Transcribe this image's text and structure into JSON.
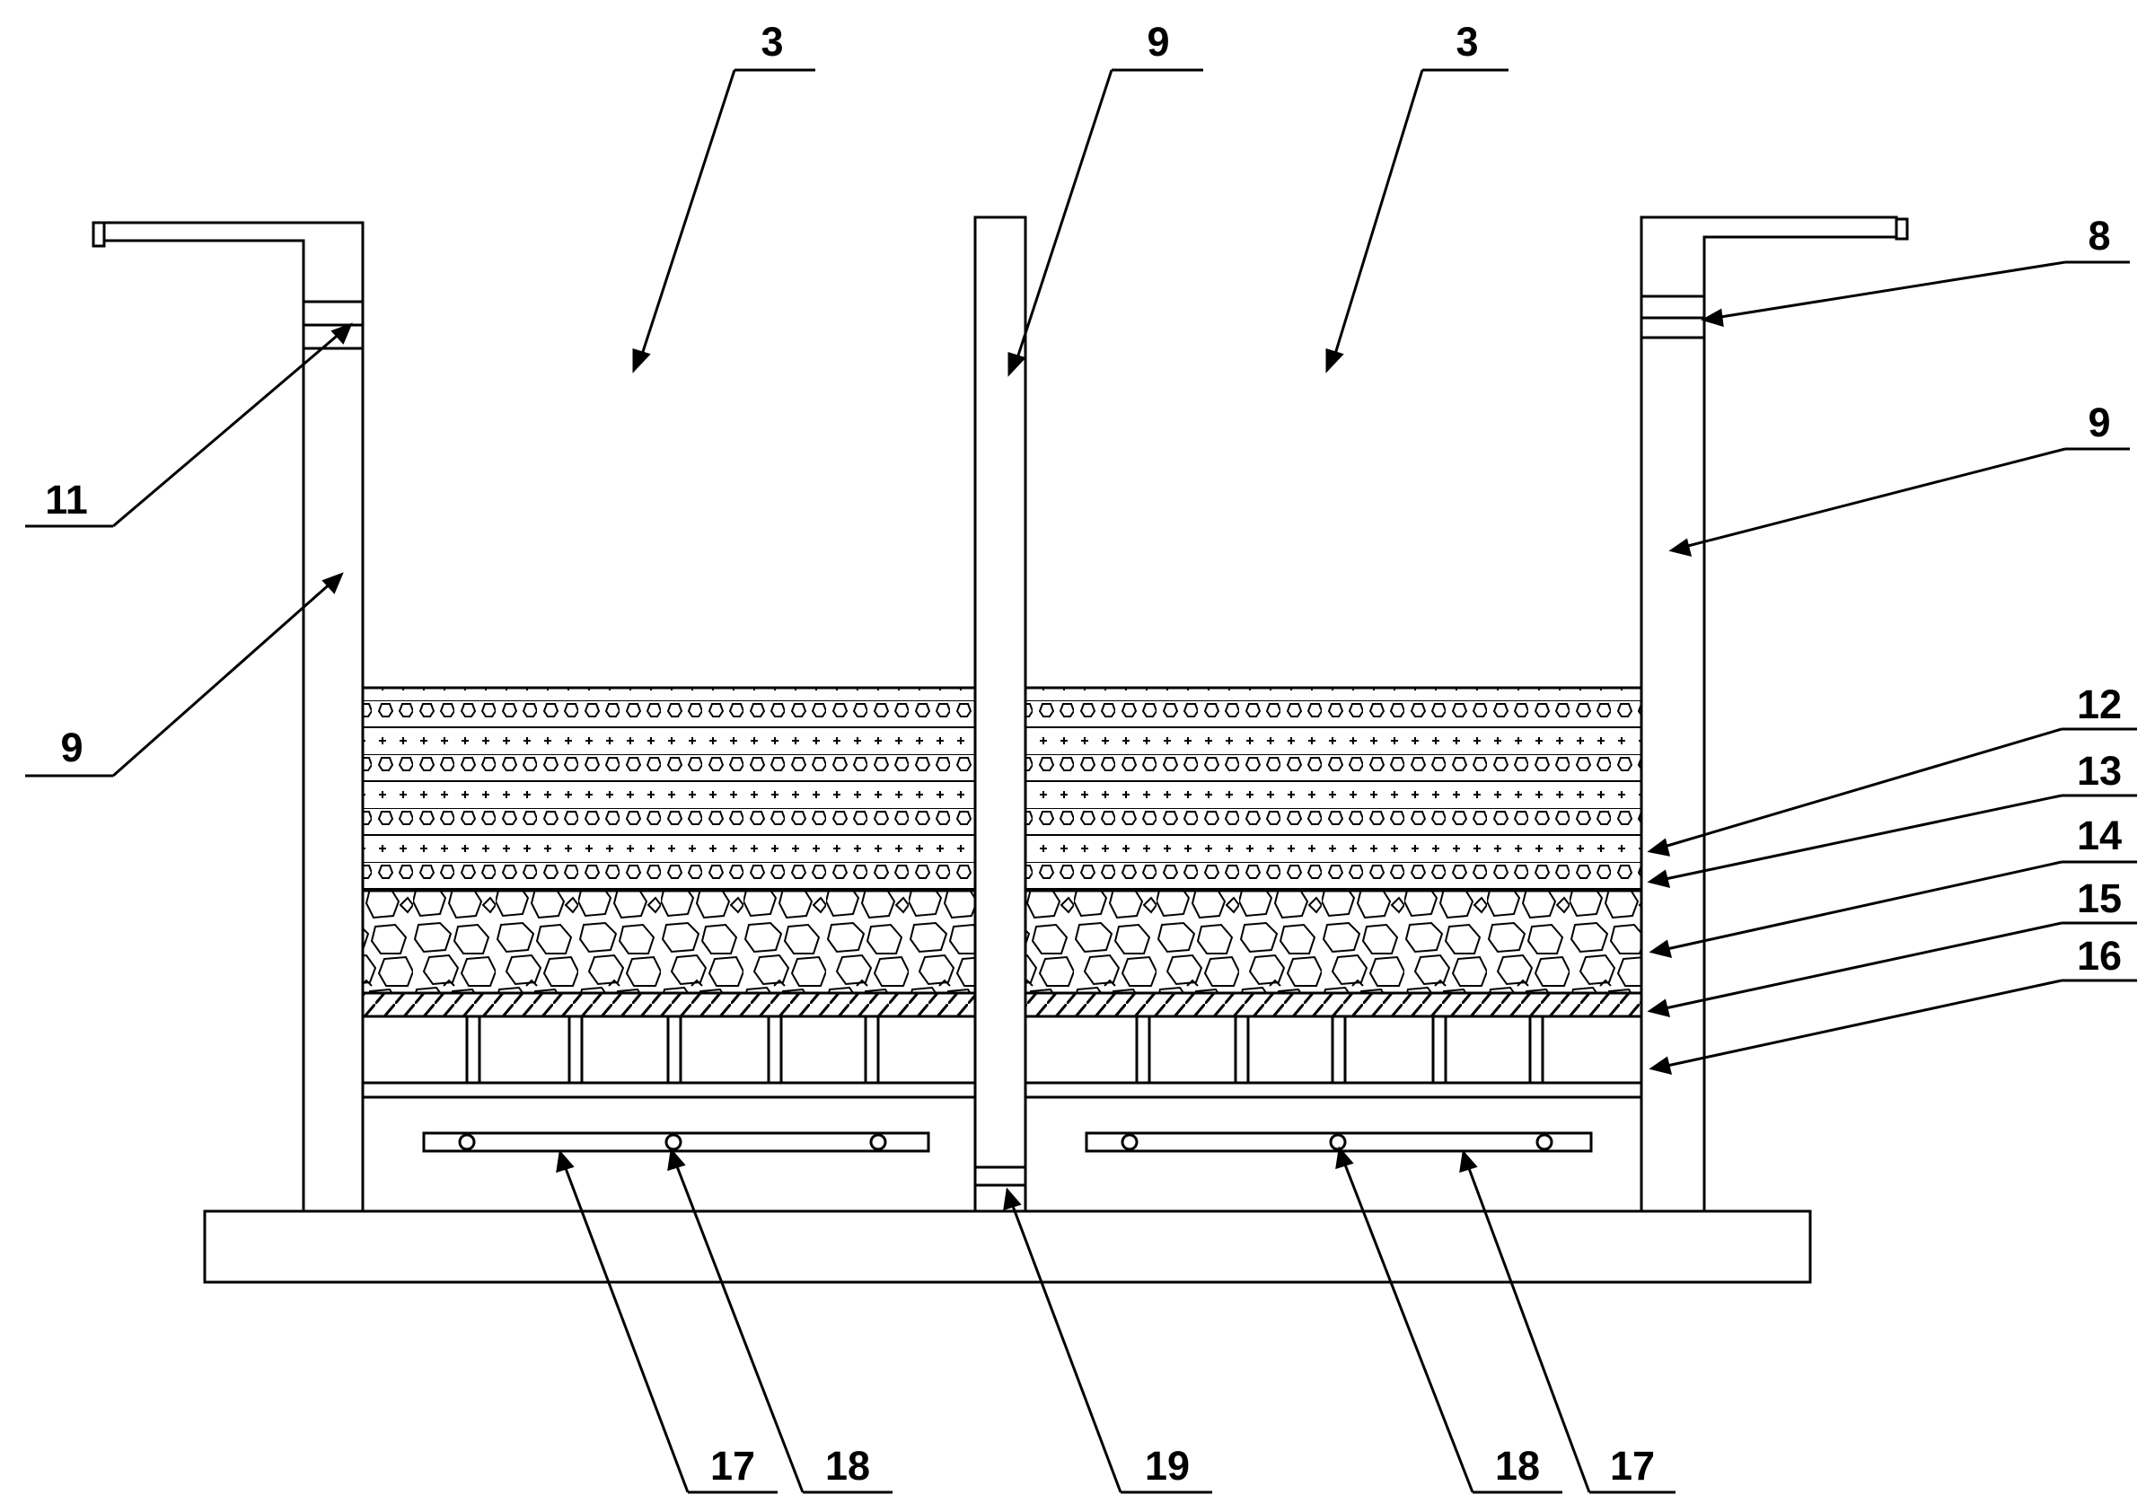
{
  "labels": {
    "top_left_3": "3",
    "top_mid_9": "9",
    "top_right_3": "3",
    "right_8": "8",
    "right_9": "9",
    "left_11": "11",
    "left_9": "9",
    "right_12": "12",
    "right_13": "13",
    "right_14": "14",
    "right_15": "15",
    "right_16": "16",
    "bottom_17_left": "17",
    "bottom_18_left": "18",
    "bottom_19": "19",
    "bottom_18_right": "18",
    "bottom_17_right": "17"
  },
  "colors": {
    "line": "#000000",
    "background": "#ffffff"
  }
}
